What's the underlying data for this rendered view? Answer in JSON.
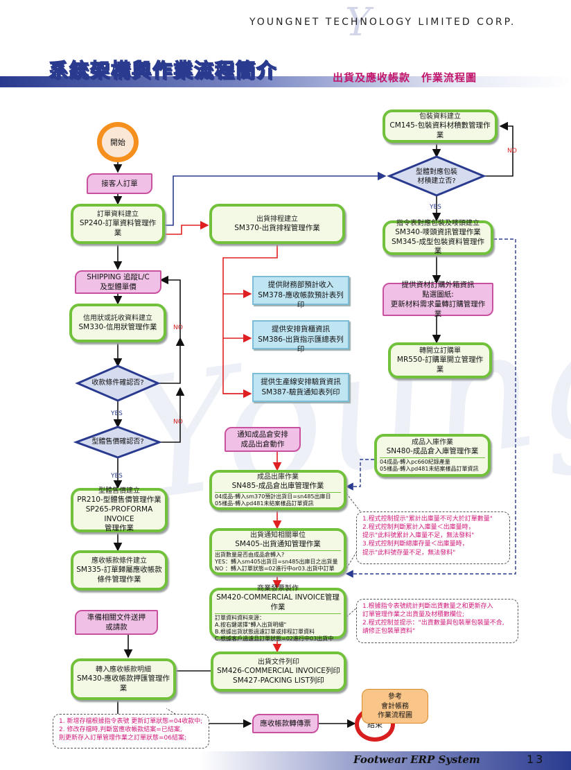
{
  "header": {
    "company": "YOUNGNET TECHNOLOGY LIMITED CORP.",
    "logo_letter": "Y",
    "main_title": "系統架構與作業流程簡介",
    "sub_title": "出貨及應收帳款　作業流程圖",
    "watermark": "Youngnet"
  },
  "colors": {
    "accent": "#2a3b8f",
    "box_border": "#72c13a",
    "arrow_red": "#e02020",
    "tag_pink": "#f1c0e6",
    "doc_blue": "#bfe4f2"
  },
  "nodes": {
    "start": "開始",
    "end": "結束",
    "receive_order": "接客人訂單",
    "order_build": {
      "title": "訂單資料建立",
      "sub": "SP240-訂單資料管理作業"
    },
    "shipping_lc": {
      "l1": "SHIPPING 追蹤L/C",
      "l2": "及型體單價"
    },
    "credit": {
      "title": "信用狀或託收資料建立",
      "sub": "SM330-信用狀管理作業"
    },
    "collection_ok": "收款條件確認否?",
    "price_ok": "型體售價確認否?",
    "price_build": {
      "l1": "型體售價建立",
      "l2": "PR210-型體售價管理作業",
      "l3": "SP265-PROFORMA INVOICE",
      "l4": "管理作業"
    },
    "ar_cond": {
      "l1": "應收帳款條件建立",
      "l2": "SM335-訂單歸屬應收帳款",
      "l3": "條件管理作業"
    },
    "prepare_docs": {
      "l1": "準備相關文件送押",
      "l2": "或請款"
    },
    "ar_detail": {
      "l1": "轉入應收帳款明細",
      "l2": "SM430-應收帳款押匯管理作業"
    },
    "ar_voucher": "應收帳款轉傳票",
    "ship_schedule": {
      "title": "出貨排程建立",
      "sub": "SM370-出貨排程管理作業"
    },
    "doc_finance": {
      "l1": "提供財務部預計收入",
      "l2": "SM378-應收帳款預計表列印"
    },
    "doc_shipping": {
      "l1": "提供安排貨櫃資訊",
      "l2": "SM386-出貨指示匯總表列印"
    },
    "doc_production": {
      "l1": "提供生產線安排驗貨資訊",
      "l2": "SM387-驗貨通知表列印"
    },
    "notify_warehouse": {
      "l1": "通知成品倉安排",
      "l2": "成品出倉動作"
    },
    "pack_build": {
      "title": "包裝資料建立",
      "sub": "CM145-包裝資料材積數管理作業"
    },
    "pack_ok": {
      "l1": "型體對應包裝",
      "l2": "材積建立否?"
    },
    "instr_pack": {
      "l1": "指令表對應包裝及嘜頭建立",
      "l2": "SM340-嘜頭資訊管理作業",
      "l3": "SM345-成型包裝資料管理作業"
    },
    "outer_box": {
      "l1": "提供資材訂購外箱資訊",
      "l2": "點選圖紙:",
      "l3": "更新材料需求量轉訂購管理作業"
    },
    "po_open": {
      "title": "轉開立訂購單",
      "sub": "MR550-訂購單開立管理作業"
    },
    "stock_in": {
      "title": "成品入庫作業",
      "sub": "SN480-成品倉入庫管理作業",
      "n1": "04成品-轉入pc660紀錄產量",
      "n2": "05樣品-轉入pd481未結案樣品訂單資訊"
    },
    "stock_out": {
      "title": "成品出庫作業",
      "sub": "SN485-成品倉出庫管理作業",
      "n1": "04成品-轉入sm370預計出貨日=sn485出庫日",
      "n2": "05樣品-轉入pd481未結案樣品訂單資訊"
    },
    "ship_notice": {
      "title": "出貨通知相關單位",
      "sub": "SM405-出貨通知管理作業",
      "n1": "出貨數量是否由成品倉轉入?",
      "n2": "YES：轉入sm405出貨日=sn485出庫日之出貨量",
      "n3": "NO  ：轉入訂單狀態=02進行中or03.出貨中訂單"
    },
    "invoice": {
      "title": "商業發票製作",
      "sub": "SM420-COMMERCIAL  INVOICE管理作業",
      "n1": "訂單資料資料來源：",
      "n2": "A.按右鍵選擇\"轉入出貨明細\"",
      "n3": "B.根據出貨狀態過濾訂單或排程訂單資料",
      "n4": "C.根據客戶過濾且訂單狀態=02進行中03出貨中"
    },
    "ship_docs": {
      "title": "出貨文件列印",
      "l2": "SM426-COMMERCIAL  INVOICE列印",
      "l3": "SM427-PACKING  LIST列印"
    }
  },
  "labels": {
    "yes": "YES",
    "no": "NO"
  },
  "notes": {
    "note1": [
      "1.程式控制提示\"累計出庫量不可大於訂單數量\"",
      "2.程式控制判斷累計入庫量＜出庫量時，",
      "   提示\"此料號累計入庫量不足，無法發料\"",
      "3.程式控制判斷總庫存量＜出庫量時，",
      "   提示\"此料號存量不足，無法發料\""
    ],
    "note2": [
      "1.根據指令表號統計判斷出貨數量之和更新存入",
      "   訂單管理作業之出貨量及材積數欄位;",
      "2.程式控制並提示：\"出貨數量與包裝單包裝量不合,",
      "   請修正包裝單資料\""
    ],
    "note3": [
      "1. 新增存檔根據指令表號 更新訂單狀態=04收款中;",
      "2. 修改存檔時,判斷當應收帳款結案=已結案,",
      "   則更新存入訂單管理作業之訂單狀態=06結案;"
    ],
    "ref": [
      "參考",
      "會計帳務",
      "作業流程圖"
    ]
  },
  "footer": {
    "text": "Footwear ERP System",
    "page": "13"
  }
}
